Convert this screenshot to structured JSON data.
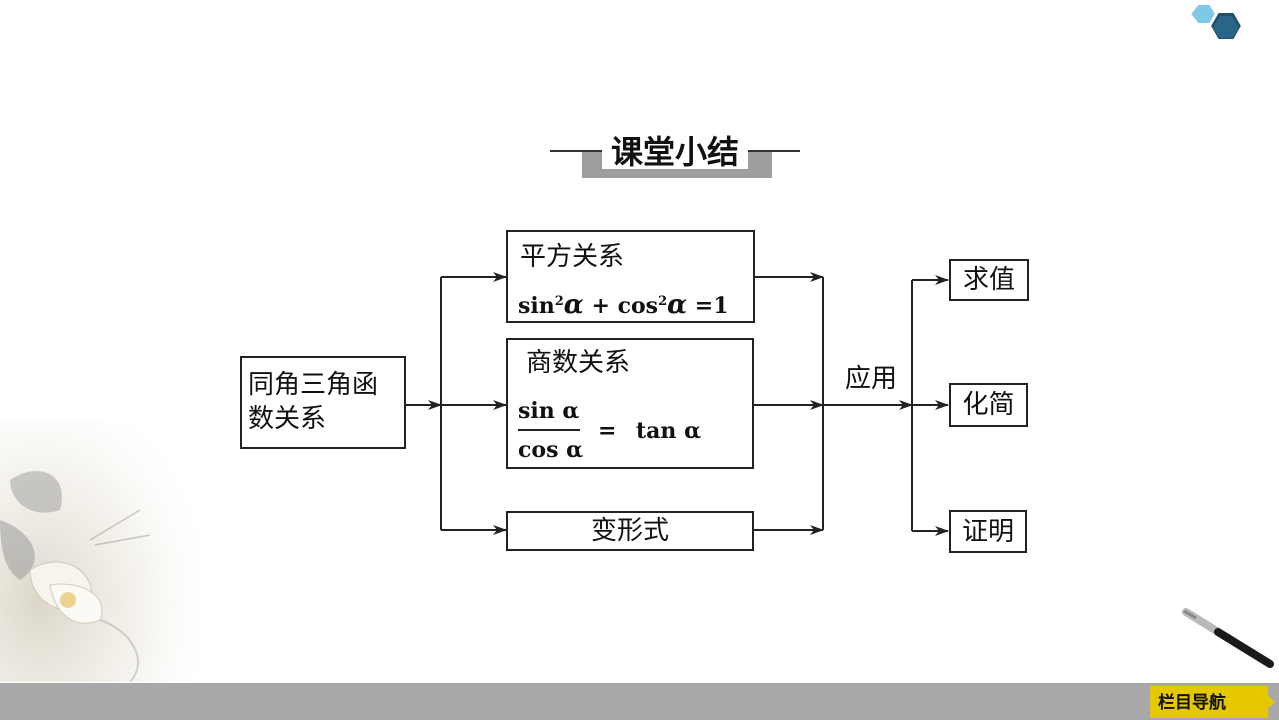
{
  "title": "课堂小结",
  "root": {
    "line1": "同角三角函",
    "line2": "数关系"
  },
  "branches": {
    "square": {
      "label": "平方关系",
      "formula": {
        "sin": "sin",
        "sin_exp": "2",
        "alpha": "α",
        "plus": "+",
        "cos": "cos",
        "cos_exp": "2",
        "eq": "=1"
      }
    },
    "quotient": {
      "label": "商数关系",
      "numerator": "sin α",
      "denominator": "cos α",
      "eq": "=",
      "rhs": "tan α"
    },
    "transform": {
      "label": "变形式"
    }
  },
  "apply_label": "应用",
  "outcomes": [
    "求值",
    "化简",
    "证明"
  ],
  "nav": {
    "label": "栏目导航"
  },
  "colors": {
    "nav_bg": "#e6c800",
    "footer_bg": "#a8a8a8",
    "line": "#222222"
  },
  "icons": {
    "logo": "hexagon-logo-icon",
    "decor": "lotus-decoration",
    "brush": "brush-icon"
  }
}
